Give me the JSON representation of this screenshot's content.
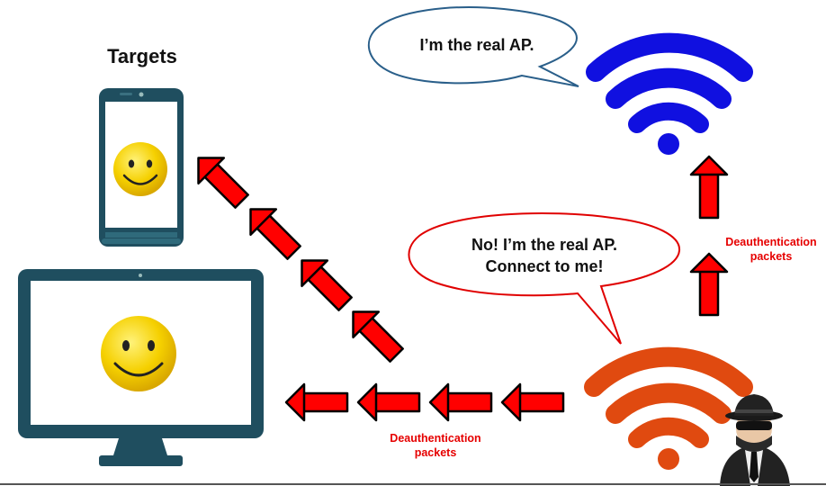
{
  "title": "Targets",
  "real_ap": {
    "bubble_text": "I’m the real AP.",
    "color": "#1010e0"
  },
  "rogue_ap": {
    "bubble_line1": "No! I’m the real AP.",
    "bubble_line2": "Connect to me!",
    "color": "#e04a10"
  },
  "deauth_label_right": {
    "line1": "Deauthentication",
    "line2": "packets"
  },
  "deauth_label_bottom": {
    "line1": "Deauthentication",
    "line2": "packets"
  },
  "colors": {
    "arrow_fill": "#ff0000",
    "device_frame": "#1f4e5f",
    "bubble_stroke_blue": "#2a5f8a",
    "bubble_stroke_red": "#e00000",
    "smiley": "#f5d000"
  },
  "icons": [
    "smartphone-icon",
    "monitor-icon",
    "smiley-icon",
    "wifi-icon",
    "hacker-icon",
    "arrow-icon"
  ]
}
